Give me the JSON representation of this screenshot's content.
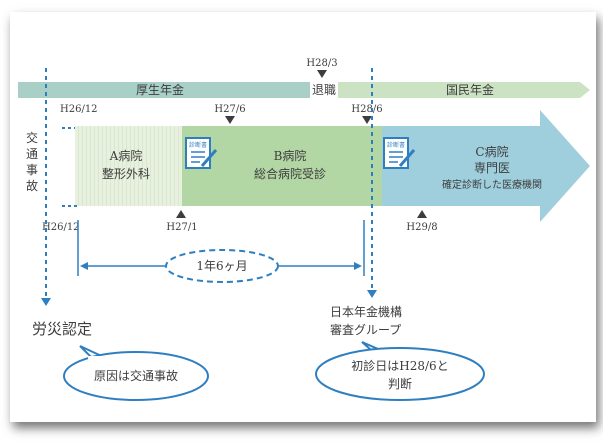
{
  "pension_bars": {
    "employee_pension": "厚生年金",
    "national_pension": "国民年金"
  },
  "top_event": {
    "date": "H28/3",
    "label": "退職"
  },
  "accident": {
    "label_chars": [
      "交",
      "通",
      "事",
      "故"
    ],
    "date_top": "H26/12",
    "date_bottom": "H26/12"
  },
  "markers": {
    "h27_6": "H27/6",
    "h28_6": "H28/6",
    "h27_1": "H27/1",
    "h29_8": "H29/8"
  },
  "hospitals": {
    "a": {
      "line1": "A病院",
      "line2": "整形外科"
    },
    "b": {
      "line1": "B病院",
      "line2": "総合病院受診"
    },
    "c": {
      "line1": "C病院",
      "line2": "専門医",
      "line3": "確定診断した医療機関"
    }
  },
  "document_icon_label": "診断書",
  "duration_label": "1年6ヶ月",
  "rousai": "労災認定",
  "pension_org": {
    "line1": "日本年金機構",
    "line2": "審査グループ"
  },
  "bubble_left": "原因は交通事故",
  "bubble_right": {
    "line1": "初診日はH28/6と",
    "line2": "判断"
  },
  "colors": {
    "pension_bar": "#a9d0c7",
    "hospital_a": "#e6efdc",
    "hospital_b": "#b2d7a4",
    "hospital_c": "#9fcfdc",
    "dashed_line": "#2f7fc0",
    "bubble_border": "#2f7fc0"
  }
}
